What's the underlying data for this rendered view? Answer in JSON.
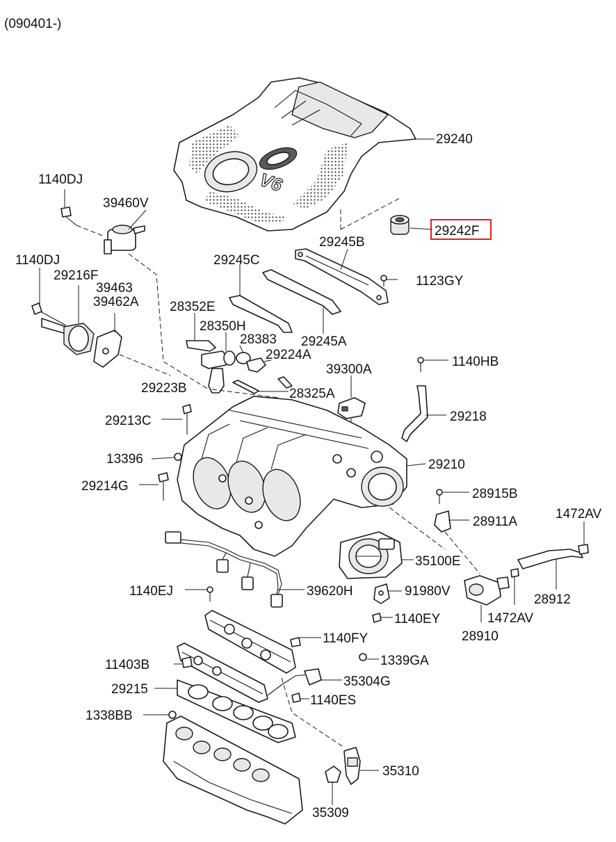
{
  "edition": "(090401-)",
  "colors": {
    "highlight": "#e02020",
    "line": "#1a1a1a"
  },
  "highlighted_part": "29242F",
  "cover_badge": "V6",
  "labels": [
    "29240",
    "29242F",
    "29245B",
    "1123GY",
    "29245C",
    "29245A",
    "1140DJ",
    "39460V",
    "1140DJ",
    "29216F",
    "39463",
    "39462A",
    "28352E",
    "28350H",
    "28383",
    "29224A",
    "39300A",
    "1140HB",
    "29223B",
    "28325A",
    "29213C",
    "29218",
    "13396",
    "29210",
    "29214G",
    "28915B",
    "28911A",
    "1472AV",
    "35100E",
    "1140EJ",
    "39620H",
    "91980V",
    "28912",
    "1472AV",
    "1140EY",
    "28910",
    "1140FY",
    "11403B",
    "1339GA",
    "29215",
    "35304G",
    "1140ES",
    "1338BB",
    "35310",
    "35309"
  ]
}
